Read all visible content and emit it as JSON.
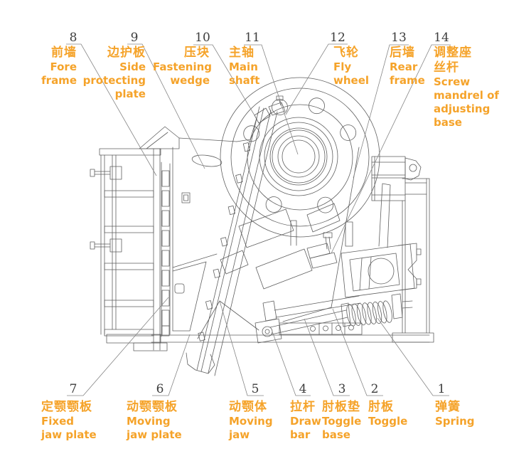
{
  "colors": {
    "accent": "#F5A32A",
    "line": "#5f5f5f",
    "leader": "#868686",
    "number": "#3d3d3d"
  },
  "callouts": {
    "top": [
      {
        "num": "8",
        "zh": [
          "前墙"
        ],
        "en": [
          "Fore",
          "frame"
        ]
      },
      {
        "num": "9",
        "zh": [
          "边护板"
        ],
        "en": [
          "Side",
          "protecting",
          "plate"
        ]
      },
      {
        "num": "10",
        "zh": [
          "压块"
        ],
        "en": [
          "Fastening",
          "wedge"
        ]
      },
      {
        "num": "11",
        "zh": [
          "主轴"
        ],
        "en": [
          "Main",
          "shaft"
        ]
      },
      {
        "num": "12",
        "zh": [
          "飞轮"
        ],
        "en": [
          "Fly",
          "wheel"
        ]
      },
      {
        "num": "13",
        "zh": [
          "后墙"
        ],
        "en": [
          "Rear",
          "frame"
        ]
      },
      {
        "num": "14",
        "zh": [
          "调整座",
          "丝杆"
        ],
        "en": [
          "Screw",
          "mandrel of",
          "adjusting",
          "base"
        ]
      }
    ],
    "bottom": [
      {
        "num": "7",
        "zh": [
          "定颚颚板"
        ],
        "en": [
          "Fixed",
          "jaw plate"
        ]
      },
      {
        "num": "6",
        "zh": [
          "动颚颚板"
        ],
        "en": [
          "Moving",
          "jaw plate"
        ]
      },
      {
        "num": "5",
        "zh": [
          "动颚体"
        ],
        "en": [
          "Moving",
          "jaw"
        ]
      },
      {
        "num": "4",
        "zh": [
          "拉杆"
        ],
        "en": [
          "Draw",
          "bar"
        ]
      },
      {
        "num": "3",
        "zh": [
          "肘板垫"
        ],
        "en": [
          "Toggle",
          "base"
        ]
      },
      {
        "num": "2",
        "zh": [
          "肘板"
        ],
        "en": [
          "Toggle"
        ]
      },
      {
        "num": "1",
        "zh": [
          "弹簧"
        ],
        "en": [
          "Spring"
        ]
      }
    ]
  }
}
